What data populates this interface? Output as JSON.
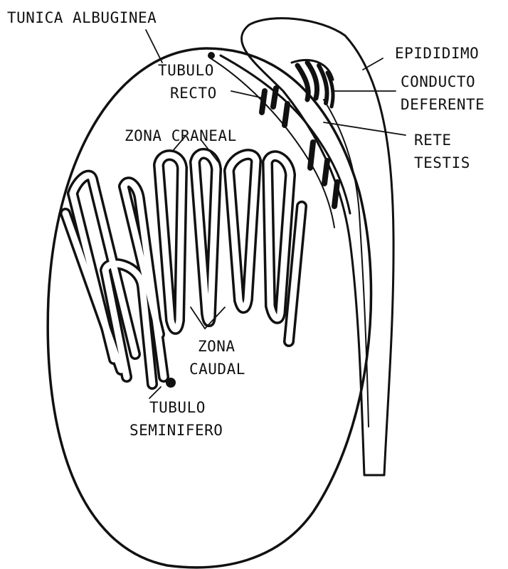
{
  "labels": {
    "tunica_albuginea": "TUNICA ALBUGINEA",
    "epididimo": "EPIDIDIMO",
    "conducto": "CONDUCTO",
    "deferente": "DEFERENTE",
    "tubulo_recto_1": "TUBULO",
    "tubulo_recto_2": "RECTO",
    "rete": "RETE",
    "testis": "TESTIS",
    "zona_craneal": "ZONA CRANEAL",
    "zona_caudal_1": "ZONA",
    "zona_caudal_2": "CAUDAL",
    "tubulo_sem_1": "TUBULO",
    "tubulo_sem_2": "SEMINIFERO"
  },
  "colors": {
    "ink": "#111111",
    "background": "#ffffff"
  }
}
